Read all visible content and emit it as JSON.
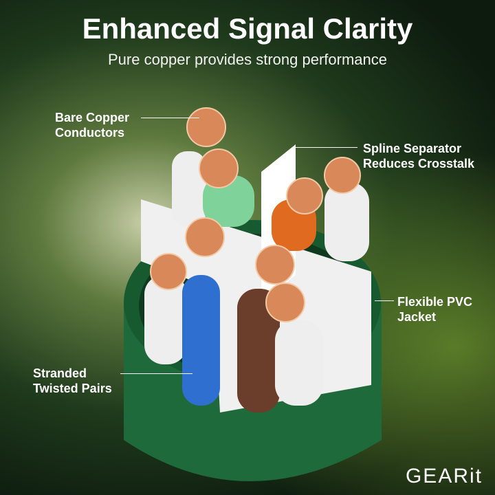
{
  "header": {
    "title": "Enhanced Signal Clarity",
    "subtitle": "Pure copper provides strong performance"
  },
  "callouts": [
    {
      "line1": "Bare Copper",
      "line2": "Conductors"
    },
    {
      "line1": "Spline Separator",
      "line2": "Reduces Crosstalk"
    },
    {
      "line1": "Flexible PVC",
      "line2": "Jacket"
    },
    {
      "line1": "Stranded",
      "line2": "Twisted Pairs"
    }
  ],
  "brand": {
    "logo": "GEARit"
  },
  "colors": {
    "jacket": "#1f6a3a",
    "copper": "#d9885a",
    "green_wire": "#7fd39a",
    "orange_wire": "#e06a20",
    "blue_wire": "#2f6fd0",
    "brown_wire": "#6a3e2a"
  }
}
